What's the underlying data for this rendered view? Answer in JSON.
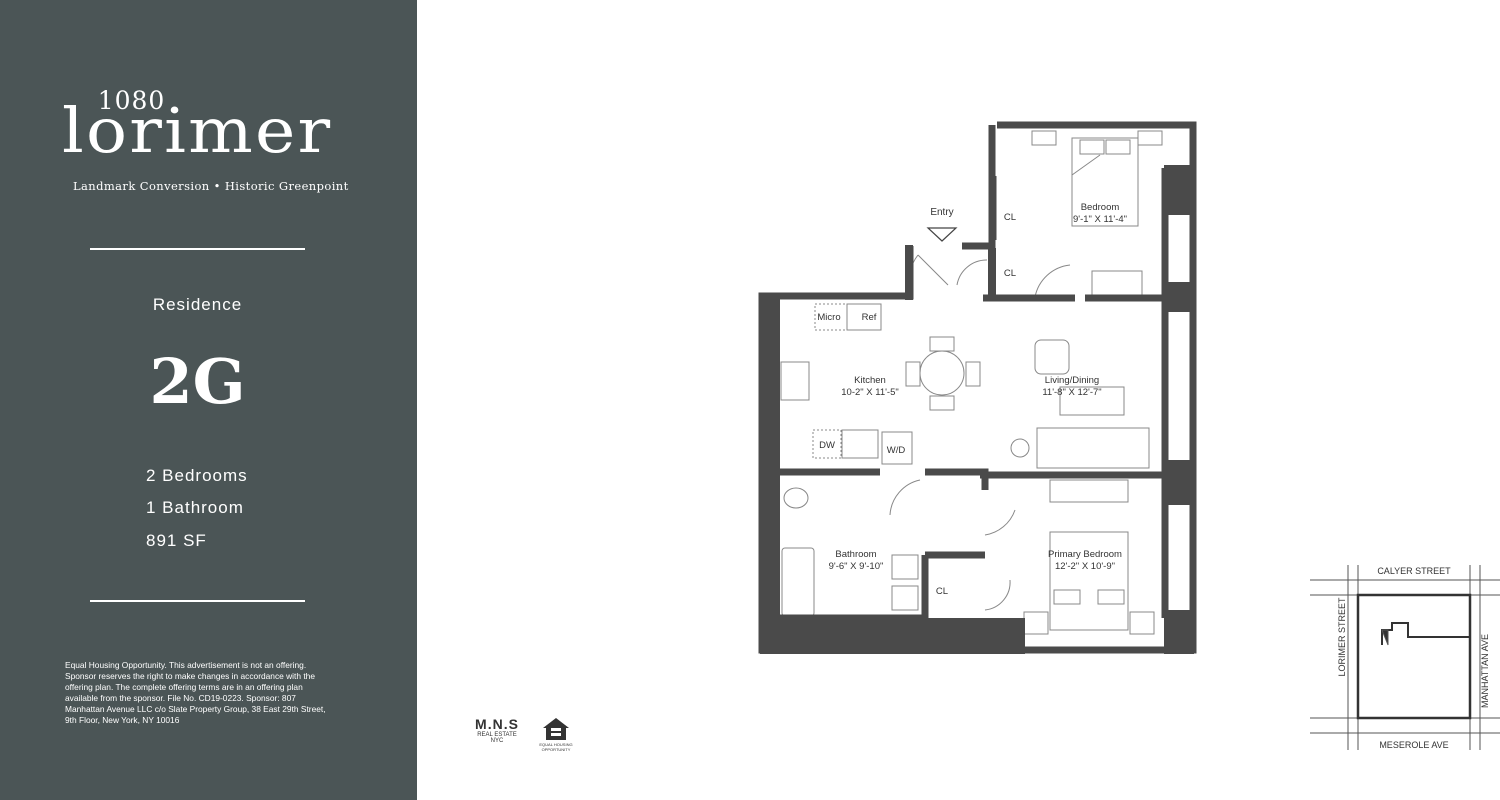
{
  "brand": {
    "number": "1080",
    "name": "lorimer",
    "tagline": "Landmark Conversion • Historic Greenpoint"
  },
  "residence": {
    "label": "Residence",
    "unit": "2G",
    "bedrooms": "2 Bedrooms",
    "bathrooms": "1 Bathroom",
    "area": "891 SF"
  },
  "disclaimer": "Equal Housing Opportunity. This advertisement is not an offering. Sponsor reserves the right to make changes in accordance with the offering plan. The complete offering terms are in an offering plan available from the sponsor. File No. CD19-0223. Sponsor: 807 Manhattan Avenue LLC c/o Slate Property Group, 38 East 29th Street, 9th Floor, New York, NY 10016",
  "floorplan": {
    "entry": "Entry",
    "bedroom": {
      "name": "Bedroom",
      "dims": "9'-1\" X 11'-4\""
    },
    "kitchen": {
      "name": "Kitchen",
      "dims": "10-2\" X 11'-5\""
    },
    "living": {
      "name": "Living/Dining",
      "dims": "11'-8\" X 12'-7\""
    },
    "bathroom": {
      "name": "Bathroom",
      "dims": "9'-6\" X 9'-10\""
    },
    "primary": {
      "name": "Primary Bedroom",
      "dims": "12'-2\" X 10'-9\""
    },
    "closet": "CL",
    "micro": "Micro",
    "ref": "Ref",
    "dw": "DW",
    "wd": "W/D"
  },
  "map": {
    "north": "CALYER STREET",
    "south": "MESEROLE AVE",
    "west": "LORIMER STREET",
    "east": "MANHATTAN AVE"
  },
  "broker": {
    "name": "M.N.S",
    "line1": "REAL ESTATE",
    "line2": "NYC",
    "eho_line1": "EQUAL HOUSING",
    "eho_line2": "OPPORTUNITY"
  }
}
